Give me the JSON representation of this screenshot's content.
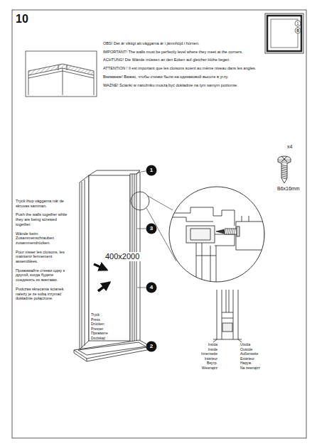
{
  "diagram": {
    "labels": [
      "10",
      "1",
      "B",
      "OBS! Det är viktigt att väggarna är i jämnhöjd i hörnen.",
      "IMPORTANT! The walls must be perfectly level where they meet at the corners.",
      "ACHTUNG! Die Wände müssen an den Ecken auf gleicher Höhe liegen.",
      "ATTENTION ! Il est important que les cloisons soient au même niveau dans les angles.",
      "Внимание! Важно, чтобы стенки были на одинаковой высоте в углу.",
      "WAŻNE! Ścianki w narożniku muszą być dokładnie na tym samym poziomie.",
      "Tryck ihop väggarna när de skruvas samman.",
      "Push the walls together while they are being screwed together.",
      "Wände beim Zusammenschrauben zusammendrücken.",
      "Pour visser les cloisons, les maintenir fermement assemblées.",
      "Прижимайте стенки одну к другой, когда будете соединять их винтами.",
      "Podczas skręcania ścianek należy je ze sobą trzymać dokładnie połączone.",
      "1",
      "3",
      "400x2000",
      "4",
      "2",
      "Tryck",
      "Press",
      "Drücken",
      "Presser",
      "Прижмите",
      "Dociskąć",
      "x4",
      "B6x16mm",
      "Insida",
      "Inside",
      "Innenseite",
      "Intérieur",
      "Внутр.",
      "Wewnątrz",
      "Utsida",
      "Outside",
      "Außenseite",
      "Extérieur",
      "Наруж.",
      "Na zewnątrz"
    ]
  }
}
